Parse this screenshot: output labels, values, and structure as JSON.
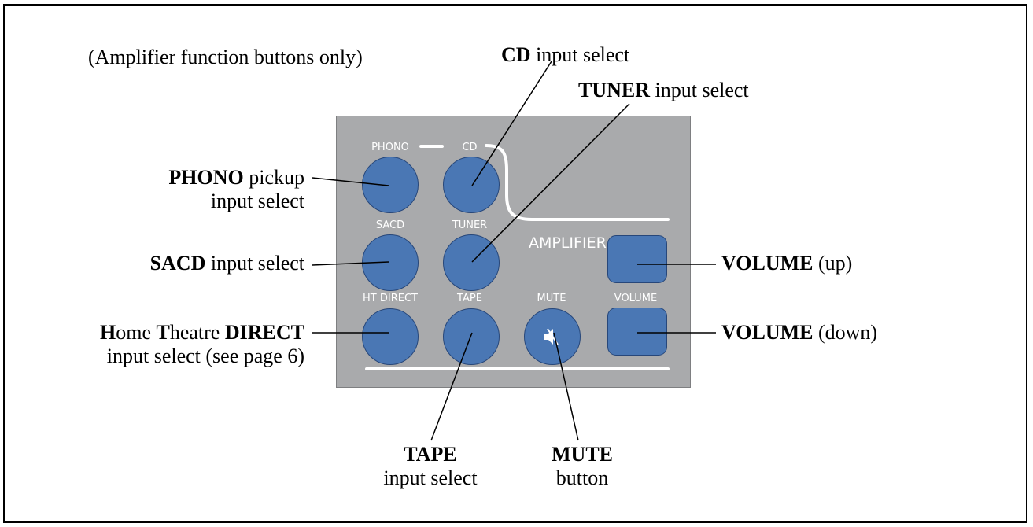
{
  "header_note": "(Amplifier function buttons only)",
  "panel": {
    "section_label": "AMPLIFIER",
    "buttons": {
      "phono": "PHONO",
      "cd": "CD",
      "sacd": "SACD",
      "tuner": "TUNER",
      "ht_direct": "HT DIRECT",
      "tape": "TAPE",
      "mute": "MUTE",
      "volume": "VOLUME"
    },
    "colors": {
      "panel": "#a9aaac",
      "button": "#4a77b4",
      "label": "#ffffff"
    },
    "mute_icon": "speaker-muted-icon"
  },
  "callouts": {
    "cd": {
      "bold": "CD",
      "rest": " input select"
    },
    "tuner": {
      "bold": "TUNER",
      "rest": " input select"
    },
    "phono": {
      "bold": "PHONO",
      "rest": " pickup",
      "line2": "input select"
    },
    "sacd": {
      "bold": "SACD",
      "rest": " input select"
    },
    "ht_direct": {
      "b1": "H",
      "t1": "ome ",
      "b2": "T",
      "t2": "heatre ",
      "b3": "DIRECT",
      "line2": "input select (see page 6)"
    },
    "volume_up": {
      "bold": "VOLUME",
      "rest": " (up)"
    },
    "volume_down": {
      "bold": "VOLUME",
      "rest": " (down)"
    },
    "tape": {
      "bold": "TAPE",
      "line2": "input select"
    },
    "mute": {
      "bold": "MUTE",
      "line2": "button"
    }
  }
}
